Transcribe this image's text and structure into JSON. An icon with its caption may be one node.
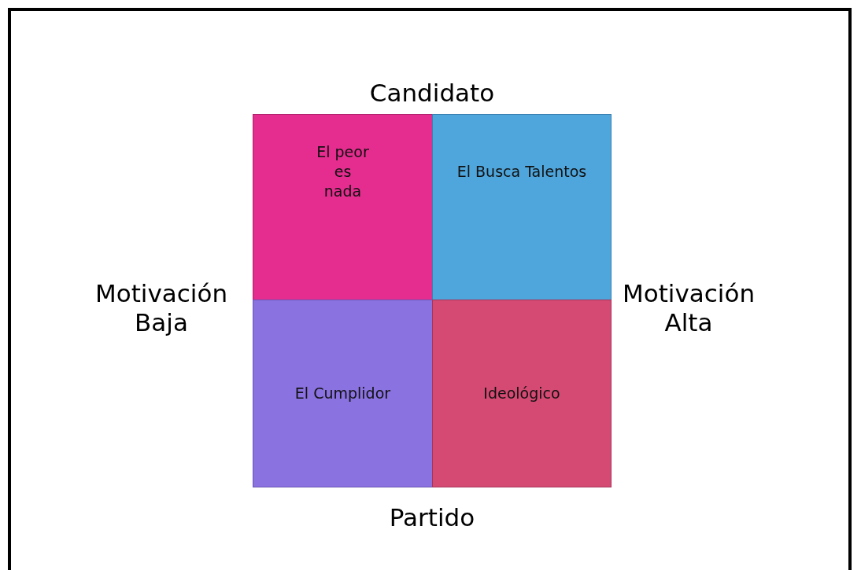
{
  "diagram": {
    "nodes": [
      {
        "text": [
          "El peor es nada"
        ]
      },
      {
        "text": [
          "El Busca Talentos"
        ]
      },
      {
        "text": [
          "El Cumplidor"
        ]
      },
      {
        "text": [
          "Ideológico"
        ]
      }
    ],
    "labels": [
      "Candidato",
      "Motivación Baja",
      "Motivación Alta",
      "Partido"
    ]
  }
}
